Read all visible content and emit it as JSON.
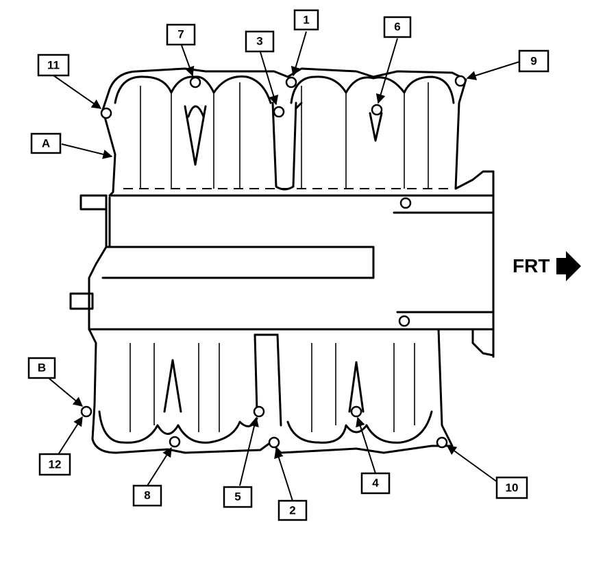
{
  "diagram": {
    "callouts": {
      "c1": "1",
      "c2": "2",
      "c3": "3",
      "c4": "4",
      "c5": "5",
      "c6": "6",
      "c7": "7",
      "c8": "8",
      "c9": "9",
      "c10": "10",
      "c11": "11",
      "c12": "12",
      "cA": "A",
      "cB": "B"
    },
    "front_label": "FRT"
  }
}
